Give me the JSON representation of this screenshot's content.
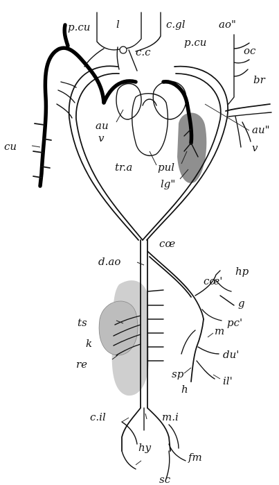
{
  "labels": {
    "p_cu_left": "p.cu",
    "l": "l",
    "c_gl": "c.gl",
    "ao2": "ao\"",
    "c_c": "c.c",
    "p_cu_right": "p.cu",
    "oc": "oc",
    "br": "br",
    "cu": "cu",
    "au_left": "au",
    "v_left": "v",
    "au2": "au\"",
    "v_right": "v",
    "tr_a": "tr.a",
    "pul": "pul",
    "lg2": "lg\"",
    "coe": "cœ",
    "d_ao": "d.ao",
    "hp": "hp",
    "coe2": "cœ'",
    "g": "g",
    "ts": "ts",
    "pc2": "pc'",
    "m": "m",
    "k": "k",
    "du2": "du'",
    "re": "re",
    "sp": "sp",
    "il2": "il'",
    "h": "h",
    "c_il": "c.il",
    "m_i": "m.i",
    "hy": "hy",
    "fm": "fm",
    "sc": "sc"
  },
  "colors": {
    "ink": "#111111",
    "heavy_vessel": "#000000",
    "organ_shading": "#c4c4c4",
    "lung_shading": "#8f8f8f",
    "background": "#ffffff"
  }
}
